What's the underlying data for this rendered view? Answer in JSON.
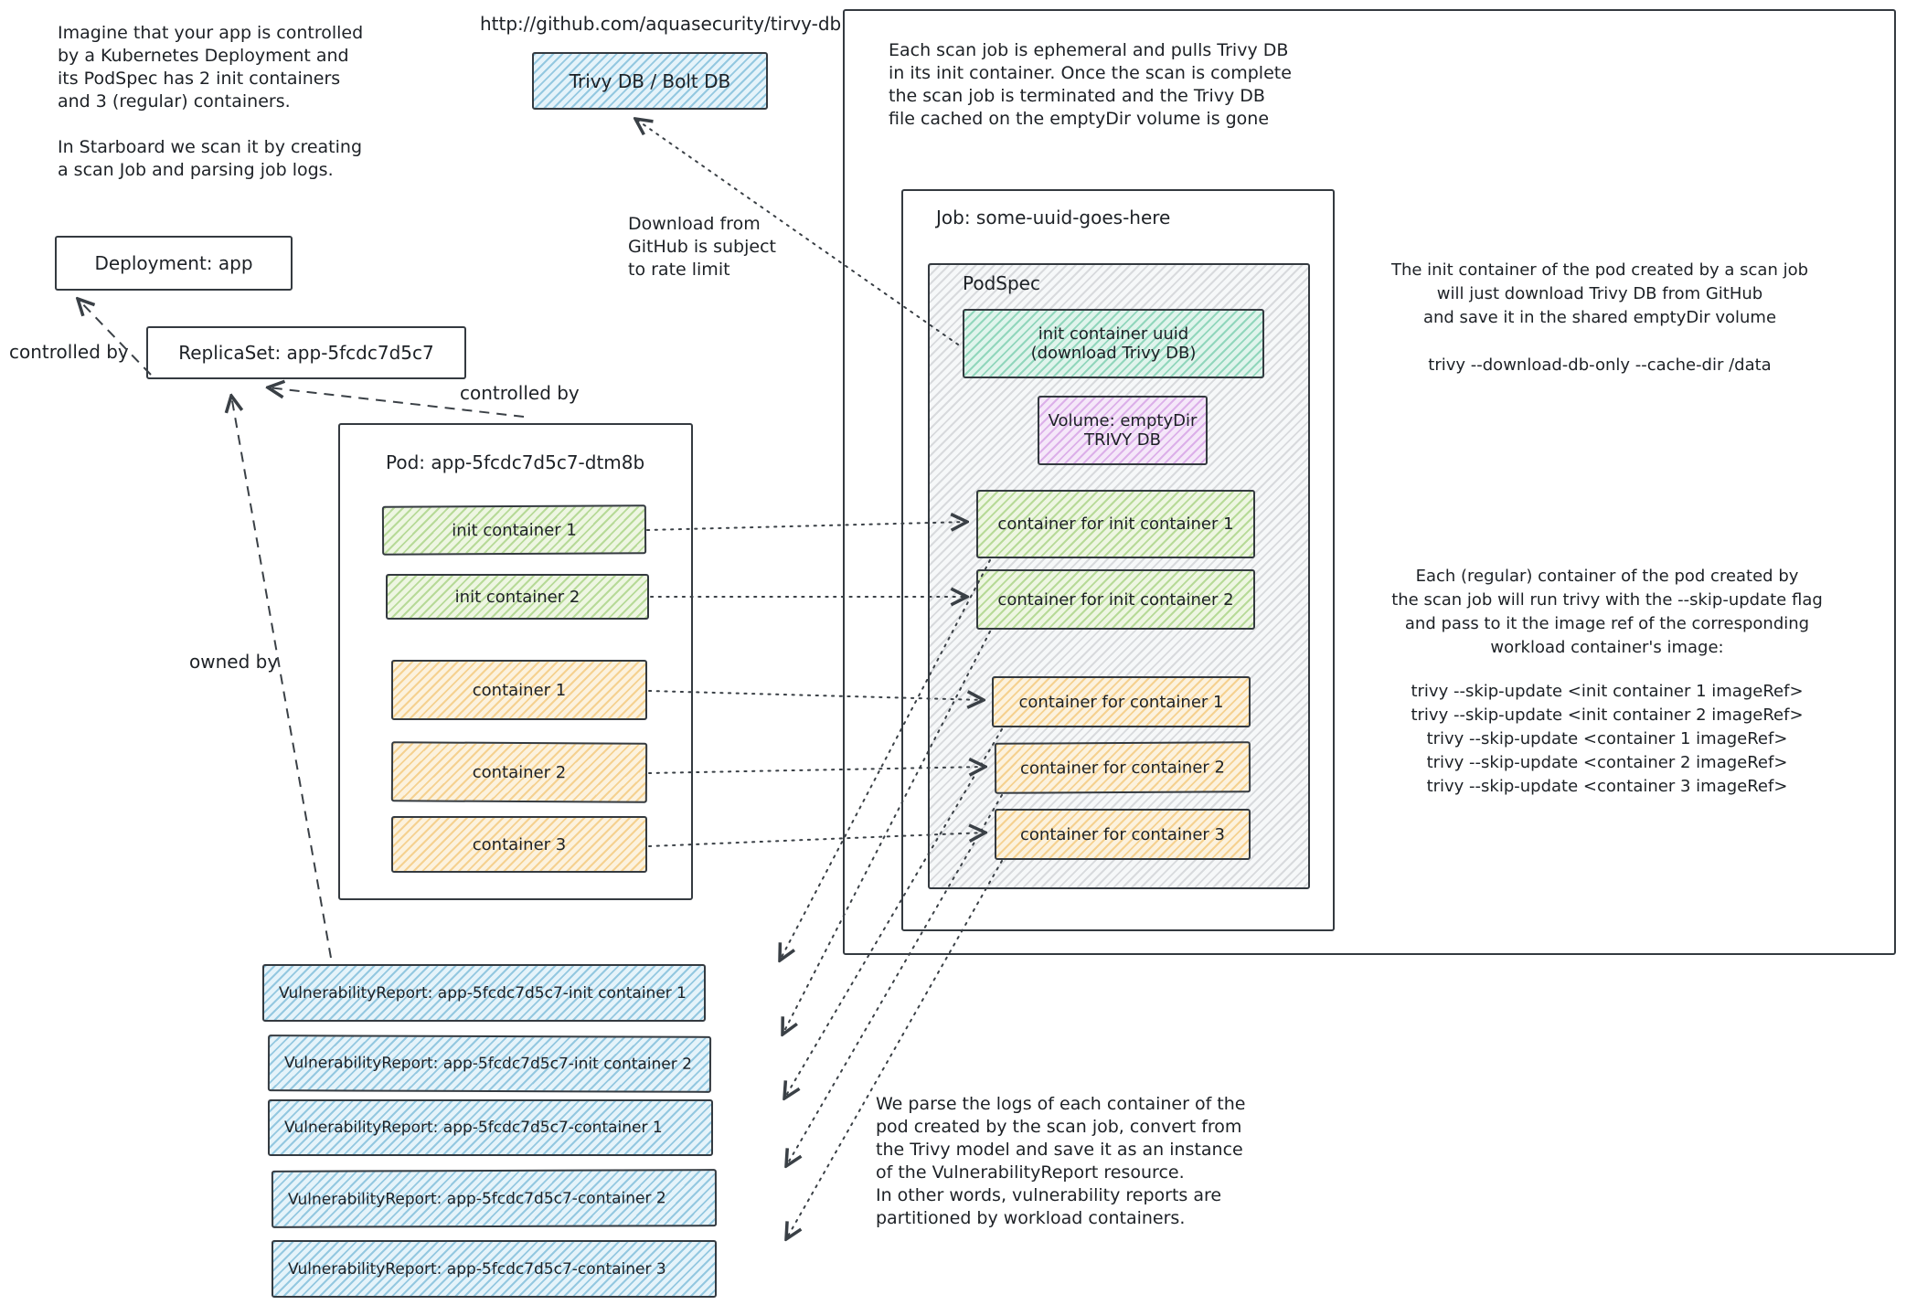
{
  "intro_note": "Imagine that your app is controlled\nby a Kubernetes Deployment and\nits PodSpec has 2 init containers\nand 3 (regular) containers.\n\nIn Starboard we scan it by creating\na scan Job and parsing job logs.",
  "github": {
    "url": "http://github.com/aquasecurity/tirvy-db",
    "db_label": "Trivy DB / Bolt DB",
    "rate_limit_note": "Download from\nGitHub is subject\nto rate limit"
  },
  "workload": {
    "deployment": "Deployment: app",
    "replicaset": "ReplicaSet: app-5fcdc7d5c7",
    "controlled_by": "controlled by",
    "owned_by": "owned by",
    "pod": {
      "title": "Pod: app-5fcdc7d5c7-dtm8b",
      "containers": [
        "init container 1",
        "init container 2",
        "container 1",
        "container 2",
        "container 3"
      ]
    }
  },
  "scan_job": {
    "outer_note": "Each scan job is ephemeral and pulls Trivy DB\nin its init container. Once the scan is complete\nthe scan job is terminated and the Trivy DB\nfile cached on the emptyDir volume is gone",
    "title": "Job: some-uuid-goes-here",
    "podspec": {
      "title": "PodSpec",
      "init_container": "init container uuid\n(download Trivy DB)",
      "volume": "Volume: emptyDir\nTRIVY DB",
      "containers": [
        "container for init container 1",
        "container for init container 2",
        "container for container 1",
        "container for container 2",
        "container for container 3"
      ]
    }
  },
  "notes": {
    "init_download": "The init container of the pod created by a scan job\nwill just download Trivy DB from GitHub\nand save it in the shared emptyDir volume",
    "init_cmd": "trivy --download-db-only --cache-dir /data",
    "regular_scan": "Each (regular) container of the pod created by\nthe scan job will run trivy with the --skip-update flag\nand pass to it the image ref of the corresponding\nworkload container's image:",
    "scan_cmds": [
      "trivy --skip-update <init container 1 imageRef>",
      "trivy --skip-update <init container 2 imageRef>",
      "trivy --skip-update <container 1 imageRef>",
      "trivy --skip-update <container 2 imageRef>",
      "trivy --skip-update <container 3 imageRef>"
    ],
    "parse": "We parse the logs of each container of the\npod created by the scan job, convert from\nthe Trivy model and save it as an instance\nof the VulnerabilityReport resource.\nIn other words, vulnerability reports are\npartitioned by workload containers."
  },
  "reports": [
    "VulnerabilityReport: app-5fcdc7d5c7-init container 1",
    "VulnerabilityReport: app-5fcdc7d5c7-init container 2",
    "VulnerabilityReport: app-5fcdc7d5c7-container 1",
    "VulnerabilityReport: app-5fcdc7d5c7-container 2",
    "VulnerabilityReport: app-5fcdc7d5c7-container 3"
  ],
  "colors": {
    "ink": "#1d2126",
    "border": "#343a40",
    "blue": "#58a8cd",
    "green": "#86c054",
    "teal": "#48ba90",
    "purple": "#c57dda",
    "orange": "#f0b856",
    "gray": "#a0a5aa"
  }
}
